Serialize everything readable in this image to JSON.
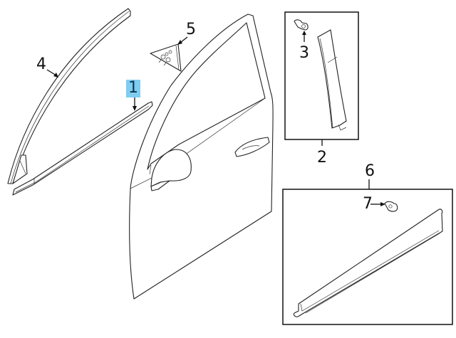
{
  "diagram": {
    "type": "exploded parts diagram",
    "subject": "Front door exterior moldings",
    "highlight_color": "#7fcdf0",
    "callouts": [
      {
        "id": "1",
        "label": "1",
        "part": "belt molding (window weatherstrip)",
        "highlighted": true
      },
      {
        "id": "2",
        "label": "2",
        "part": "door pillar garnish (boxed)",
        "highlighted": false
      },
      {
        "id": "3",
        "label": "3",
        "part": "clip",
        "highlighted": false
      },
      {
        "id": "4",
        "label": "4",
        "part": "door frame / roof drip molding",
        "highlighted": false
      },
      {
        "id": "5",
        "label": "5",
        "part": "mirror corner cover",
        "highlighted": false
      },
      {
        "id": "6",
        "label": "6",
        "part": "door side molding (boxed)",
        "highlighted": false
      },
      {
        "id": "7",
        "label": "7",
        "part": "clip",
        "highlighted": false
      }
    ]
  }
}
